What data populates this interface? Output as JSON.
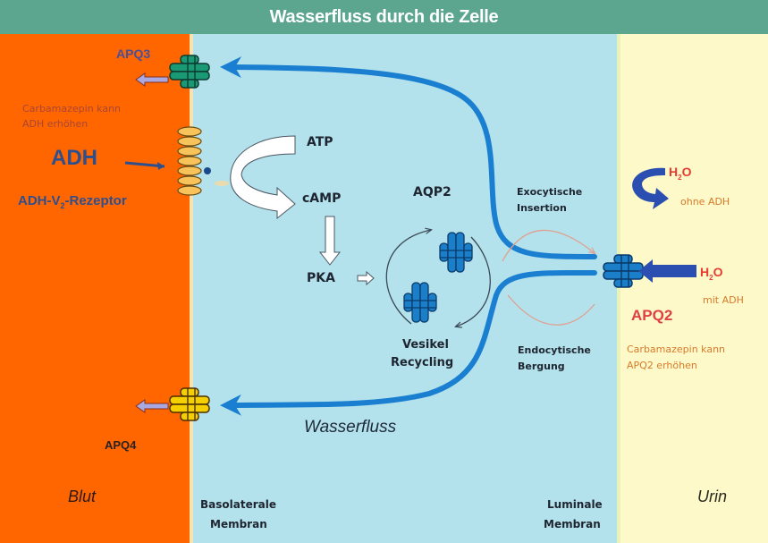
{
  "title": "Wasserfluss durch die Zelle",
  "regions": {
    "blood": "Blut",
    "basolateral_membrane": [
      "Basolaterale",
      "Membran"
    ],
    "luminal_membrane": [
      "Luminale",
      "Membran"
    ],
    "urine": "Urin"
  },
  "blood_side": {
    "apq3_label": "APQ3",
    "carbamazepin_note": [
      "Carbamazepin kann",
      "ADH erhöhen"
    ],
    "adh_label": "ADH",
    "receptor_label_prefix": "ADH-V",
    "receptor_label_sub": "2",
    "receptor_label_suffix": "-Rezeptor",
    "apq4_label": "APQ4"
  },
  "cell": {
    "atp": "ATP",
    "camp": "cAMP",
    "pka": "PKA",
    "aqp2": "AQP2",
    "vesicle_recycling": [
      "Vesikel",
      "Recycling"
    ],
    "exocytic_insertion": [
      "Exocytische",
      "Insertion"
    ],
    "endocytic_recovery": [
      "Endocytische",
      "Bergung"
    ],
    "water_flow": "Wasserfluss"
  },
  "urine_side": {
    "h2o_without": {
      "h": "H",
      "sub": "2",
      "o": "O",
      "note": "ohne ADH"
    },
    "h2o_with": {
      "h": "H",
      "sub": "2",
      "o": "O",
      "note": "mit ADH"
    },
    "apq2_label": "APQ2",
    "carbamazepin_note": [
      "Carbamazepin kann",
      "APQ2 erhöhen"
    ]
  },
  "colors": {
    "title_bar": "#5ca690",
    "blood": "#ff6600",
    "cell": "#b3e2ec",
    "urine": "#fdf9c9",
    "water_flow_arrow": "#1a7fd0",
    "aqp3": "#1a9a74",
    "aqp4": "#f5d000",
    "aqp2": "#1a7fc8",
    "receptor": "#f7c35a"
  }
}
